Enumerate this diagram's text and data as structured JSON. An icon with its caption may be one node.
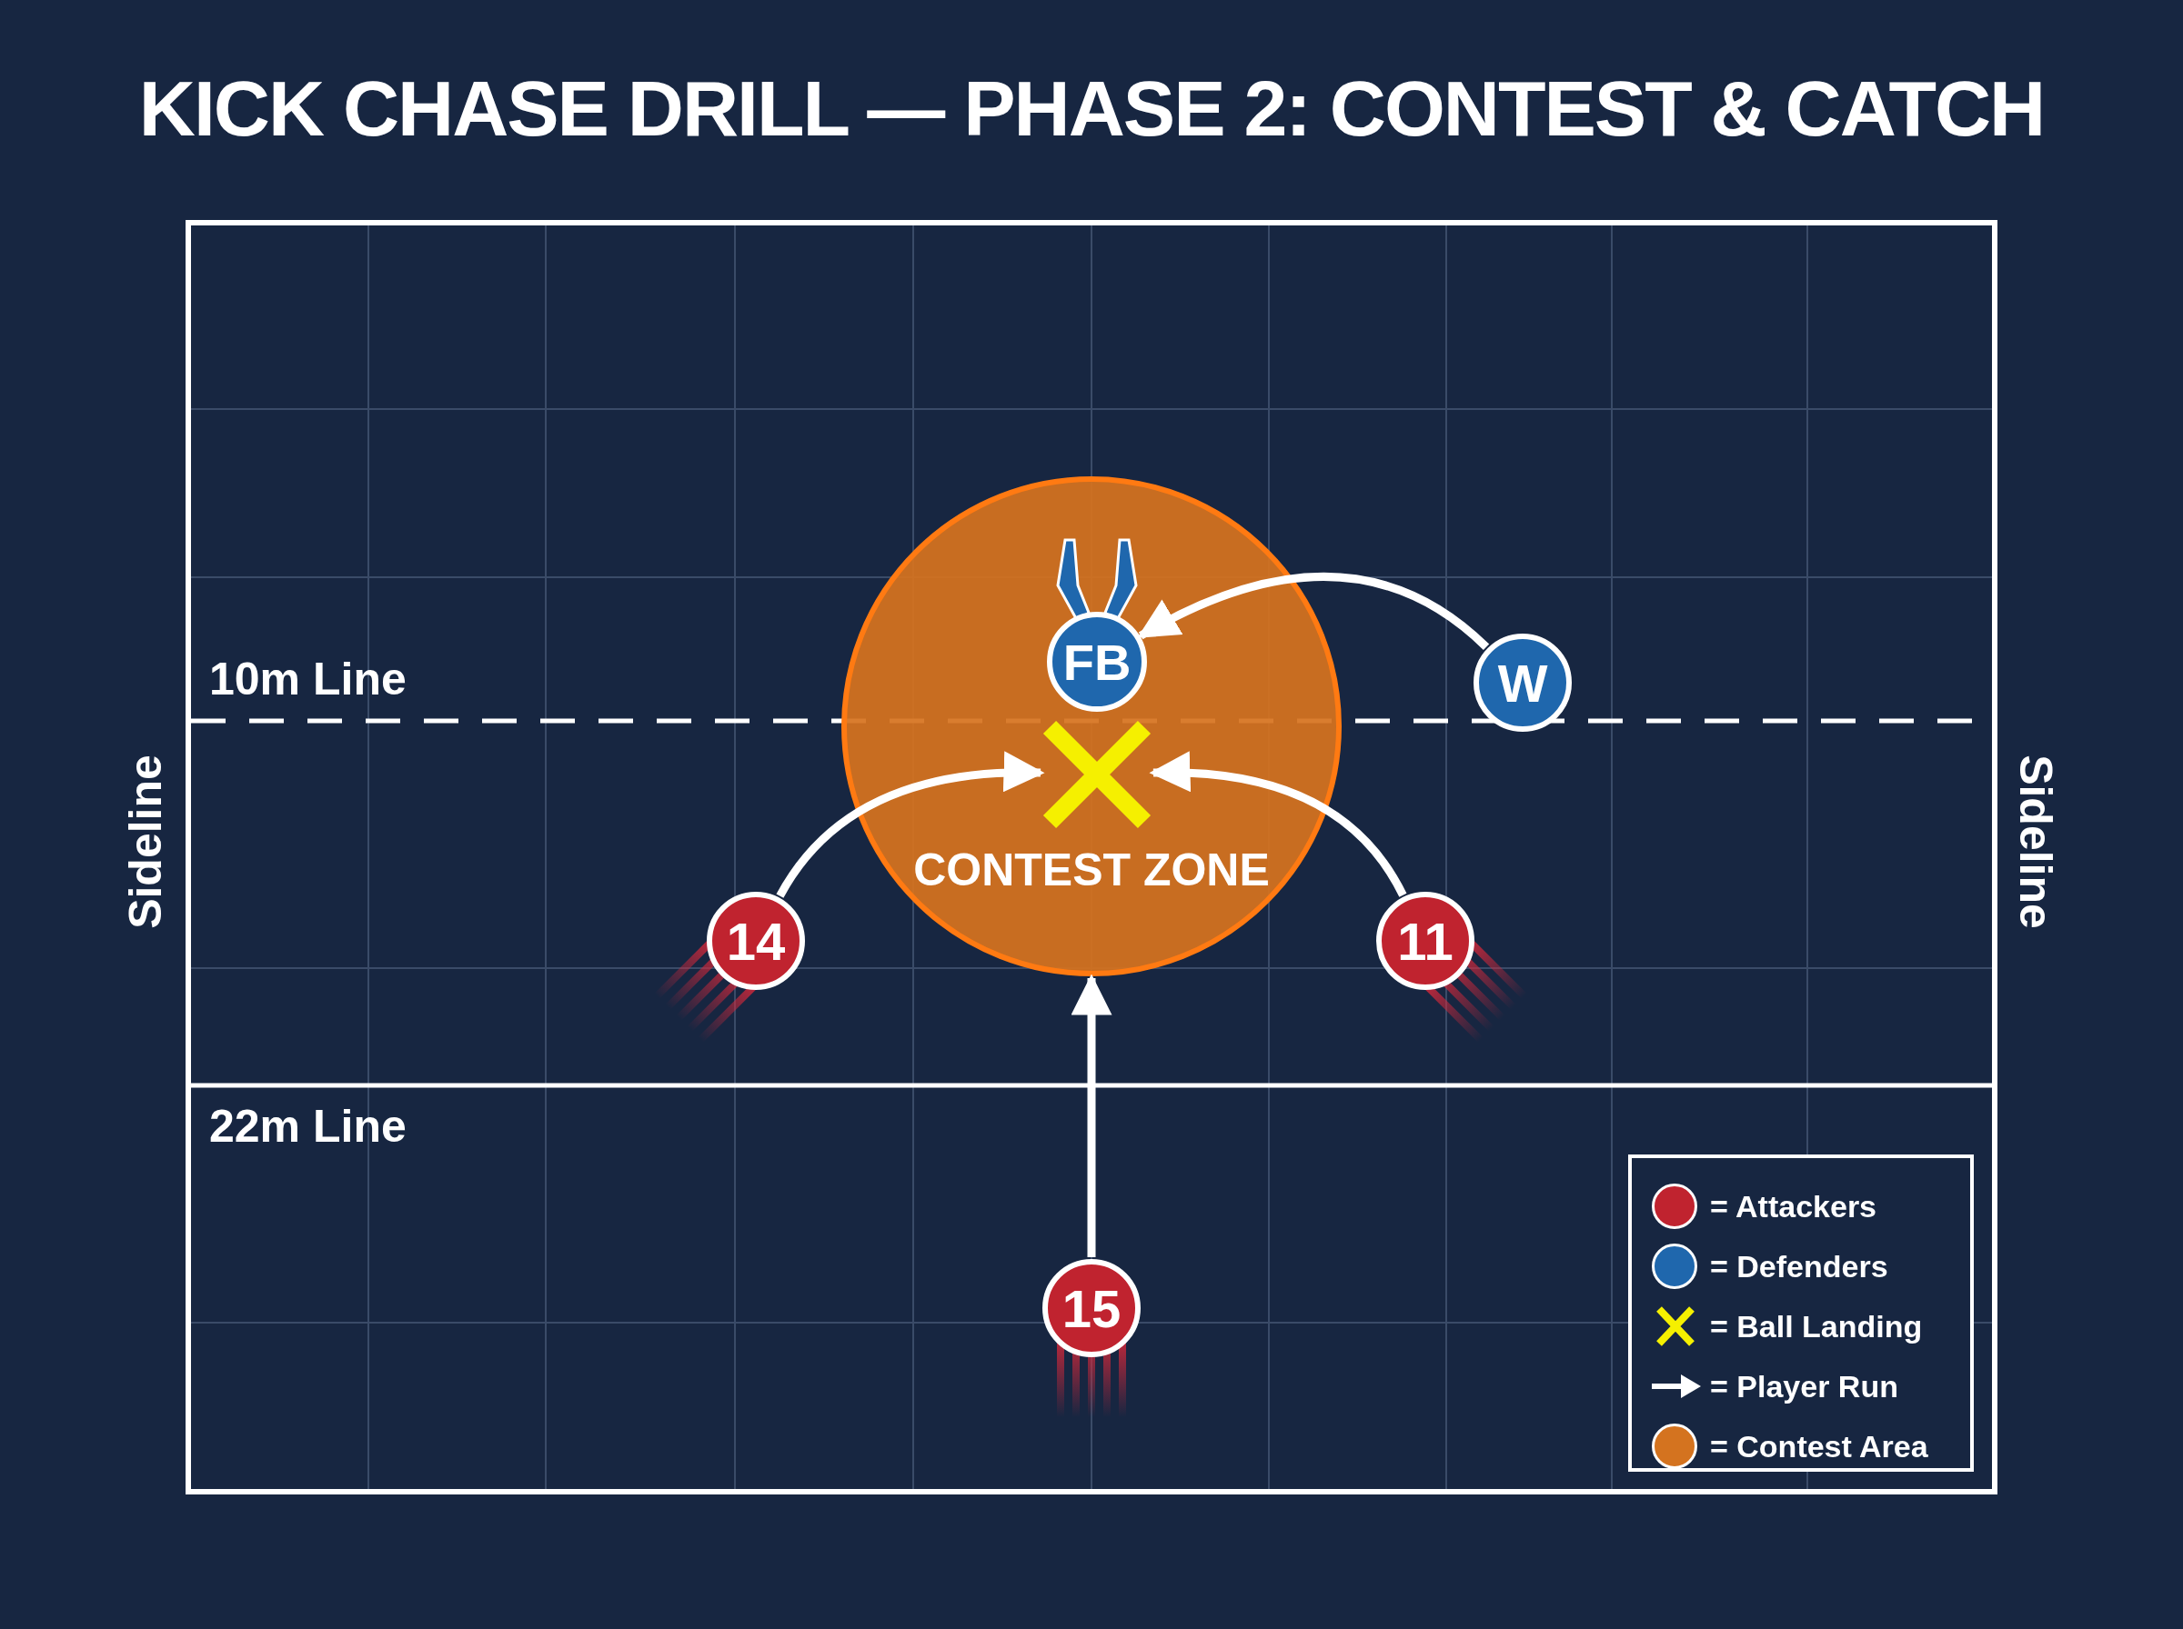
{
  "diagram": {
    "title": "KICK CHASE DRILL — PHASE 2: CONTEST & CATCH",
    "nodes": [
      {
        "text": [
          "CONTEST ZONE"
        ]
      },
      {
        "text": [
          "FB"
        ],
        "in": 0
      },
      {
        "text": [],
        "shape": "cross",
        "in": 0
      },
      {
        "text": [
          "W"
        ]
      },
      {
        "text": [
          "14"
        ]
      },
      {
        "text": [
          "11"
        ]
      },
      {
        "text": [
          "15"
        ]
      }
    ],
    "edges": [
      {
        "from": 3,
        "to": 1,
        "arrow": "to"
      },
      {
        "from": 4,
        "to": 2,
        "arrow": "to"
      },
      {
        "from": 5,
        "to": 2,
        "arrow": "to"
      },
      {
        "from": 6,
        "to": 0,
        "arrow": "to"
      }
    ],
    "labels": [
      "10m Line",
      "Sideline",
      "Sideline",
      "22m Line"
    ],
    "legend": [
      {
        "text": "= Attackers",
        "color": "#c0232f"
      },
      {
        "text": "= Defenders",
        "color": "#1f67ad"
      },
      {
        "text": "= Ball Landing"
      },
      {
        "text": "= Player Run"
      },
      {
        "text": "= Contest Area",
        "color": "#d4731f"
      }
    ]
  }
}
